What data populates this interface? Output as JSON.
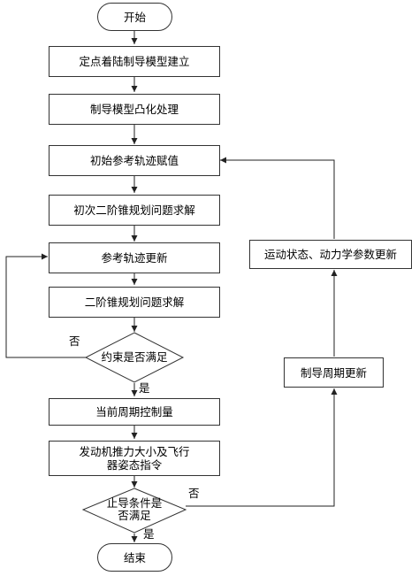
{
  "nodes": {
    "start": "开始",
    "model_build": "定点着陆制导模型建立",
    "convexify": "制导模型凸化处理",
    "init_traj": "初始参考轨迹赋值",
    "initial_solve": "初次二阶锥规划问题求解",
    "traj_update": "参考轨迹更新",
    "socp_solve": "二阶锥规划问题求解",
    "constraint_check": "约束是否满足",
    "current_control": "当前周期控制量",
    "engine_command": "发动机推力大小及飞行器姿态指令",
    "stop_check": "止导条件是否满足",
    "end": "结束",
    "period_update": "制导周期更新",
    "state_update": "运动状态、动力学参数更新"
  },
  "labels": {
    "constraint_no": "否",
    "constraint_yes": "是",
    "stop_no": "否",
    "stop_yes": "是"
  }
}
